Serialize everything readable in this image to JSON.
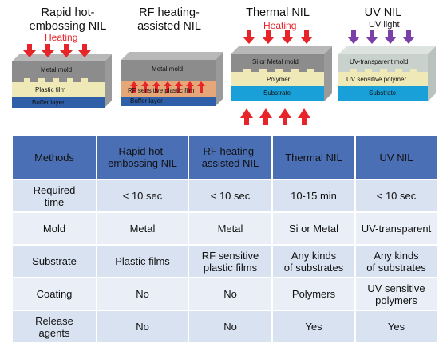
{
  "panels": [
    {
      "title": "Rapid hot-\nembossing NIL",
      "heat_label": "Heating",
      "layers": [
        "Metal mold",
        "Plastic film",
        "Buffer layer"
      ]
    },
    {
      "title": "RF heating-\nassisted NIL",
      "layers": [
        "Metal mold",
        "RF sensitive plastic film",
        "Buffer layer"
      ]
    },
    {
      "title": "Thermal NIL",
      "heat_label": "Heating",
      "layers": [
        "Si or Metal mold",
        "Polymer",
        "Substrate"
      ]
    },
    {
      "title": "UV NIL",
      "light_label": "UV light",
      "layers": [
        "UV-transparent  mold",
        "UV sensitive polymer",
        "Substrate"
      ]
    }
  ],
  "colors": {
    "heat_arrow": "#e8242b",
    "uv_arrow": "#7b3fa8",
    "header_bg": "#4a6fb4",
    "cell_bg": "#d9e2f1",
    "cell_bg_alt": "#e9eef7",
    "mold": "#8c8c8c",
    "plastic": "#efe9b8",
    "buffer": "#2f5fa8",
    "substrate": "#1aa0d8"
  },
  "table": {
    "headers": [
      "Methods",
      "Rapid hot-\nembossing NIL",
      "RF heating-\nassisted NIL",
      "Thermal NIL",
      "UV NIL"
    ],
    "rows": [
      [
        "Required\ntime",
        "< 10 sec",
        "< 10 sec",
        "10-15 min",
        "< 10 sec"
      ],
      [
        "Mold",
        "Metal",
        "Metal",
        "Si or Metal",
        "UV-transparent"
      ],
      [
        "Substrate",
        "Plastic films",
        "RF sensitive\nplastic films",
        "Any kinds\nof substrates",
        "Any kinds\nof substrates"
      ],
      [
        "Coating",
        "No",
        "No",
        "Polymers",
        "UV sensitive\npolymers"
      ],
      [
        "Release\nagents",
        "No",
        "No",
        "Yes",
        "Yes"
      ]
    ]
  }
}
